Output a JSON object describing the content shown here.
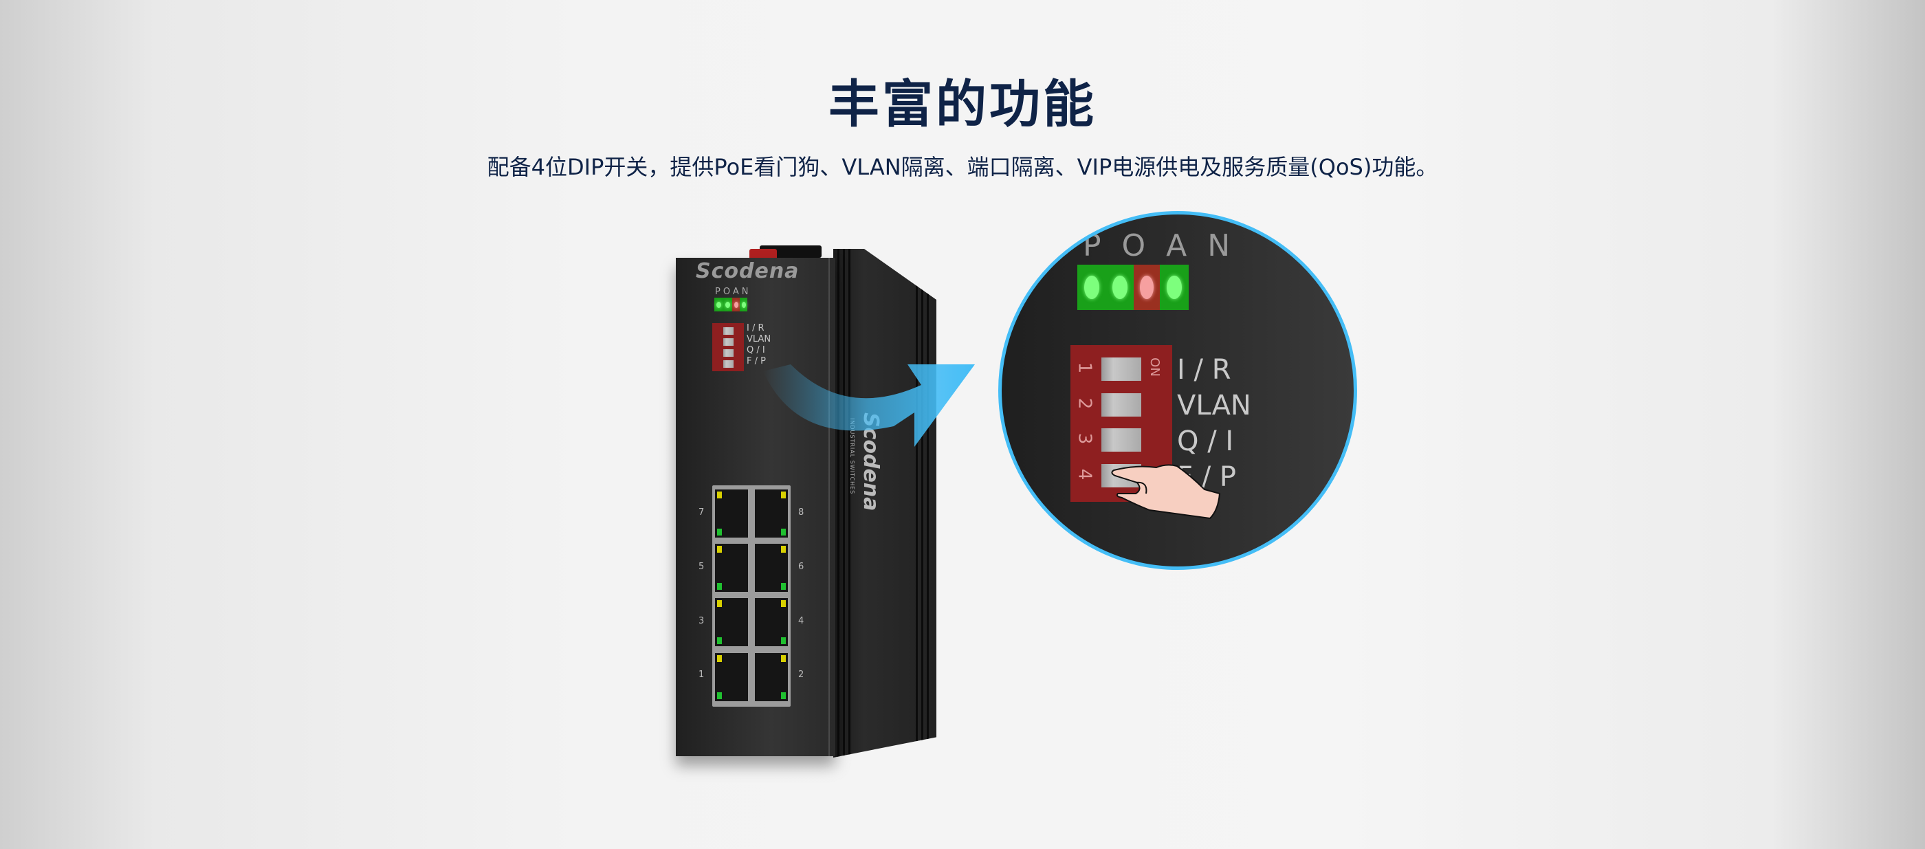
{
  "header": {
    "title": "丰富的功能",
    "subtitle": "配备4位DIP开关，提供PoE看门狗、VLAN隔离、端口隔离、VIP电源供电及服务质量(QoS)功能。"
  },
  "device": {
    "brand": "Scodena",
    "side_brand": "Scodena",
    "side_subtitle": "INDUSTRIAL SWITCHES",
    "led_label": "POAN",
    "led_colors": [
      "#7dff7d",
      "#7dff7d",
      "#f6a0a0",
      "#7dff7d"
    ],
    "dip_on_label": "ON",
    "dip_switches": [
      {
        "number": "1",
        "label": "I / R"
      },
      {
        "number": "2",
        "label": "VLAN"
      },
      {
        "number": "3",
        "label": "Q / I"
      },
      {
        "number": "4",
        "label": "F / P"
      }
    ],
    "ports": [
      "7",
      "8",
      "5",
      "6",
      "3",
      "4",
      "1",
      "2"
    ]
  },
  "zoom_view": {
    "led_label": "P O A N",
    "accent_color": "#44bdf6"
  }
}
